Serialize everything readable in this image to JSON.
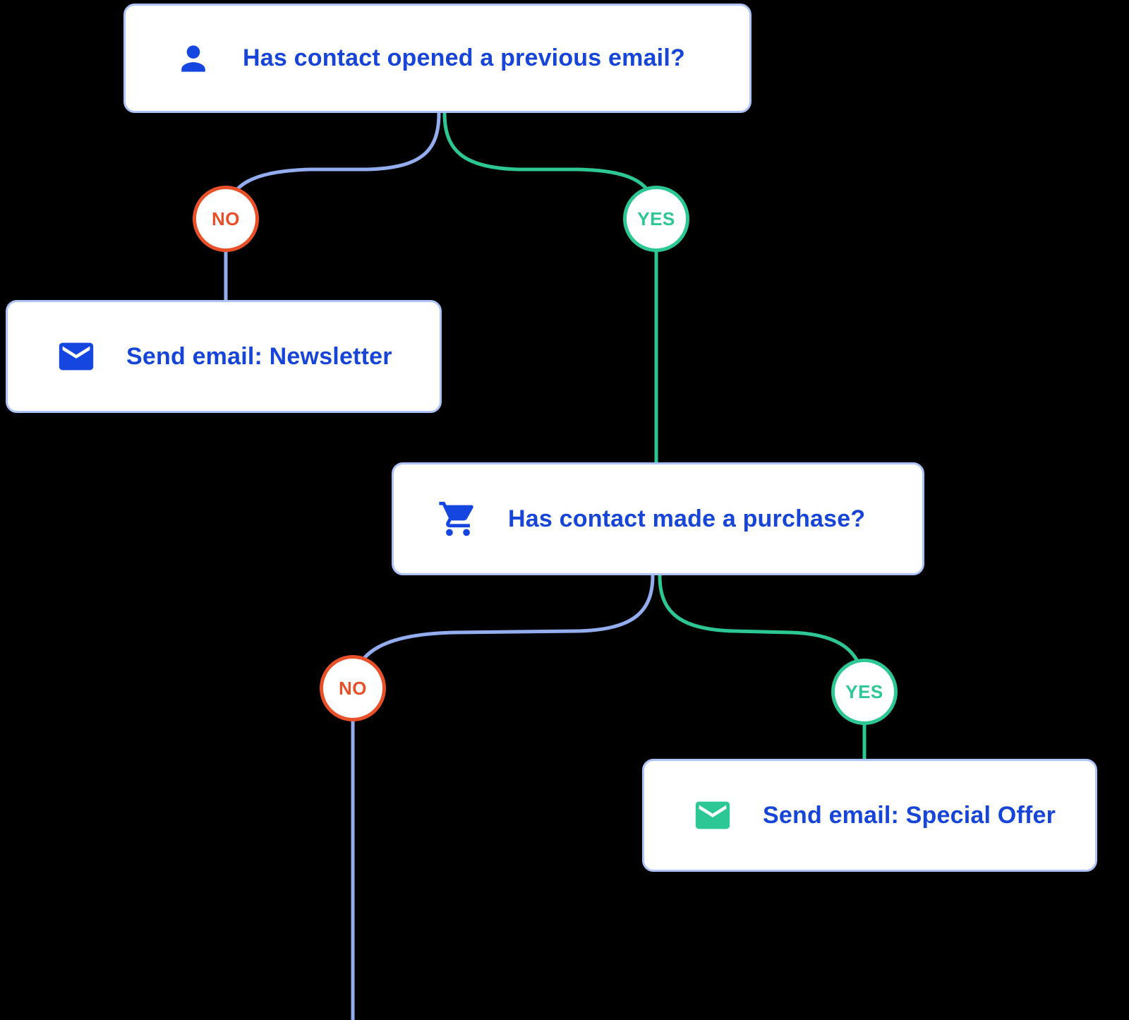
{
  "flowchart": {
    "nodes": {
      "question1": {
        "label": "Has contact opened a previous email?",
        "icon": "person"
      },
      "newsletter": {
        "label": "Send email: Newsletter",
        "icon": "email"
      },
      "question2": {
        "label": "Has contact made a purchase?",
        "icon": "shopping-cart"
      },
      "special_offer": {
        "label": "Send email: Special Offer",
        "icon": "email"
      }
    },
    "badges": {
      "no": "NO",
      "yes": "YES"
    },
    "colors": {
      "node_background": "#ffffff",
      "node_border": "#aec3f7",
      "node_text": "#1745d8",
      "icon_blue": "#1646e0",
      "icon_green": "#2cc795",
      "yes_accent": "#2cc795",
      "no_accent": "#e8502a",
      "no_branch_line": "#93adef",
      "background": "#000000"
    }
  }
}
